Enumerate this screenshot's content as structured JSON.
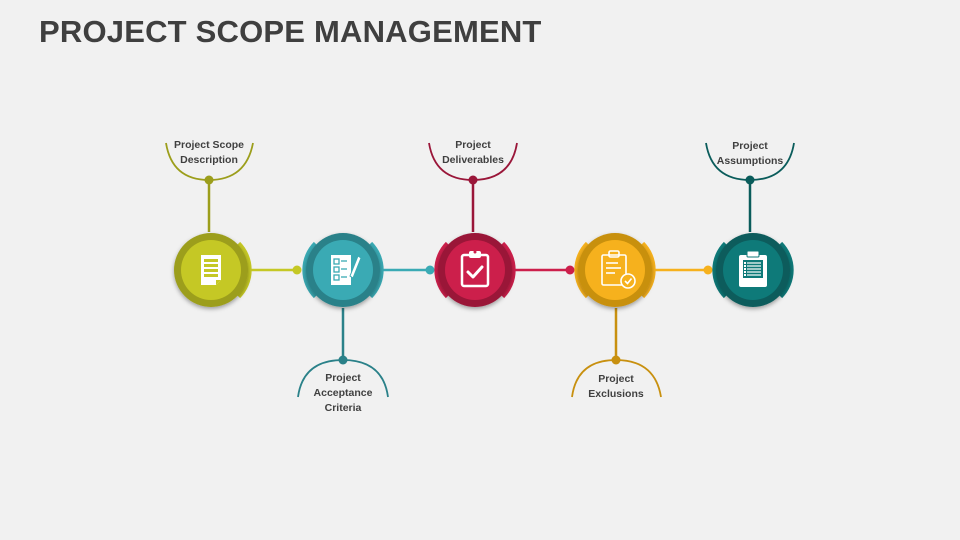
{
  "title": "PROJECT SCOPE MANAGEMENT",
  "nodes": [
    {
      "label_line1": "Project Scope",
      "label_line2": "Description",
      "label_line3": "",
      "position": "top",
      "icon": "document-icon",
      "color": "#c5c825",
      "dark": "#9c9e1b"
    },
    {
      "label_line1": "Project",
      "label_line2": "Acceptance",
      "label_line3": "Criteria",
      "position": "bottom",
      "icon": "checklist-pen-icon",
      "color": "#3aaab4",
      "dark": "#2a8189"
    },
    {
      "label_line1": "Project",
      "label_line2": "Deliverables",
      "label_line3": "",
      "position": "top",
      "icon": "clipboard-check-icon",
      "color": "#cc1f4b",
      "dark": "#9a1639"
    },
    {
      "label_line1": "Project",
      "label_line2": "Exclusions",
      "label_line3": "",
      "position": "bottom",
      "icon": "clipboard-approved-icon",
      "color": "#f6b11d",
      "dark": "#c8900f"
    },
    {
      "label_line1": "Project",
      "label_line2": "Assumptions",
      "label_line3": "",
      "position": "top",
      "icon": "clipboard-list-icon",
      "color": "#0e7a79",
      "dark": "#0a5c5b"
    }
  ]
}
